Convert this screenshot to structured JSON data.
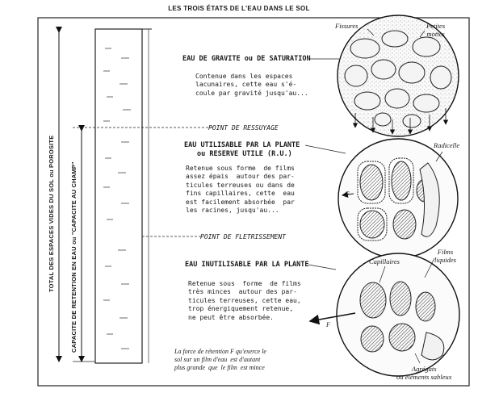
{
  "title": "LES TROIS ÉTATS DE L'EAU DANS LE SOL",
  "left_axis": {
    "total_label": "TOTAL DES ESPACES VIDES DU SOL ou POROSITE",
    "retention_label": "CAPACITE DE RETENTION EN EAU ou \"CAPACITE AU CHAMP\""
  },
  "levels": {
    "ressuyage": "POINT DE RESSUYAGE",
    "fletrissement": "POINT DE FLETRISSEMENT"
  },
  "states": [
    {
      "heading_1": "EAU DE GRAVITE ou DE SATURATION",
      "heading_2": "",
      "description": "Contenue dans les espaces\nlacunaires, cette eau s'é-\ncoule par gravité jusqu'au..."
    },
    {
      "heading_1": "EAU UTILISABLE PAR LA PLANTE",
      "heading_2": "ou RESERVE UTILE (R.U.)",
      "description": "Retenue sous forme  de films\nassez épais  autour des par-\nticules terreuses ou dans de\nfins capillaires, cette  eau\nest facilement absorbée  par\nles racines, jusqu'au..."
    },
    {
      "heading_1": "EAU INUTILISABLE PAR LA PLANTE",
      "heading_2": "",
      "description": "Retenue sous  forme  de films\ntrès minces  autour des par-\nticules terreuses, cette eau,\ntrop énergiquement retenue,\nne peut être absorbée."
    }
  ],
  "circle_labels": {
    "fissures": "Fissures",
    "petites_mottes": "Petites\nmottes",
    "radicelle": "Radicelle",
    "capillaires": "Capillaires",
    "films_liquides": "Films\nliquides",
    "agregats": "Agrégats\nou éléments sableux",
    "force_symbol": "F"
  },
  "footnote": "La force de rétention F qu'exerce le\nsol sur un film d'eau  est d'autant\nplus grande  que  le film  est mince"
}
